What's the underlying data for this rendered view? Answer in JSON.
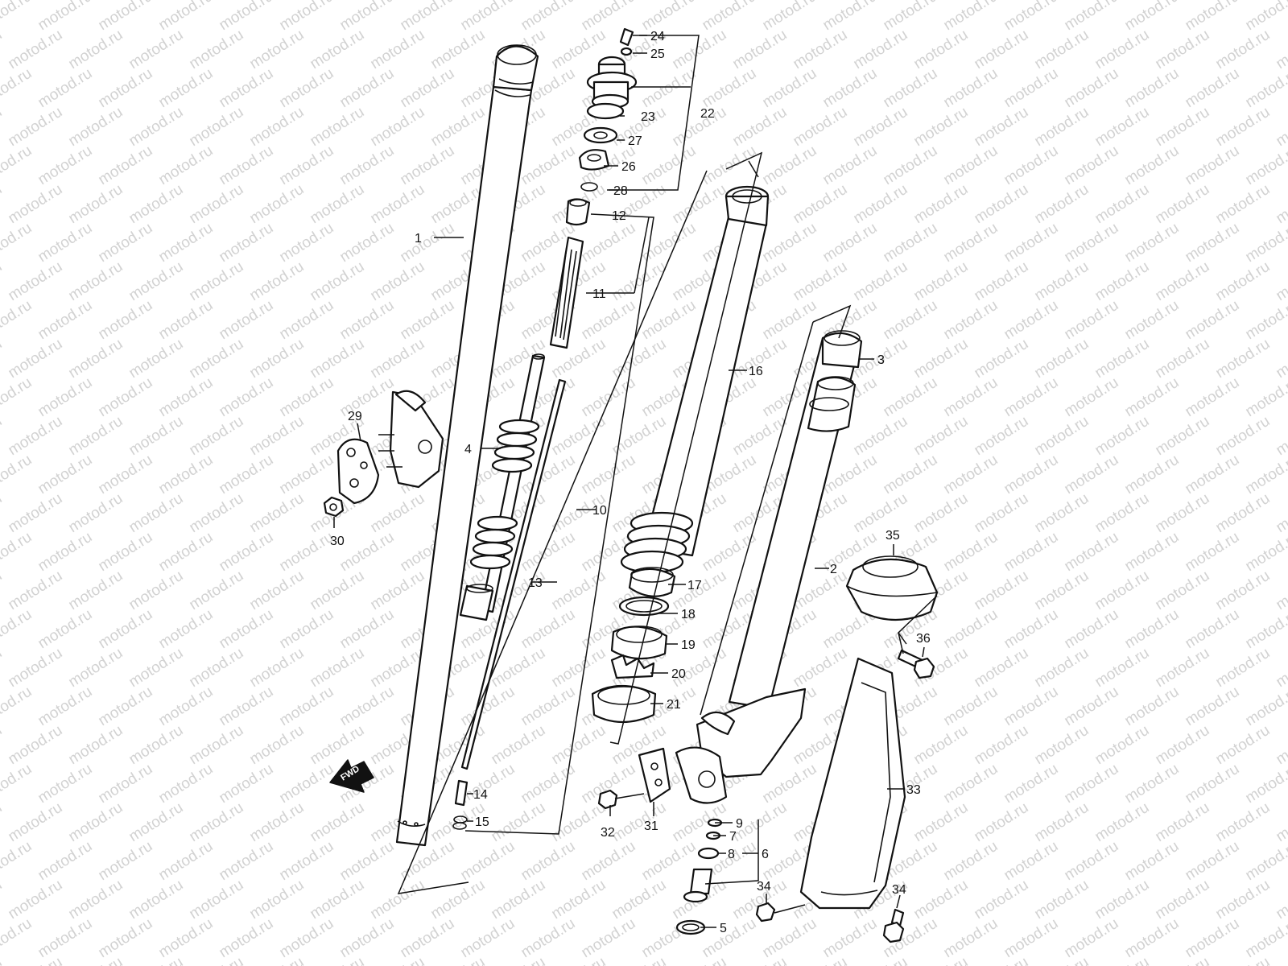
{
  "watermark": "motod.ru",
  "forward_label": "FWD",
  "callouts": [
    {
      "id": "c1",
      "number": "1"
    },
    {
      "id": "c2",
      "number": "2"
    },
    {
      "id": "c3",
      "number": "3"
    },
    {
      "id": "c4",
      "number": "4"
    },
    {
      "id": "c5",
      "number": "5"
    },
    {
      "id": "c6",
      "number": "6"
    },
    {
      "id": "c7",
      "number": "7"
    },
    {
      "id": "c8",
      "number": "8"
    },
    {
      "id": "c9",
      "number": "9"
    },
    {
      "id": "c10",
      "number": "10"
    },
    {
      "id": "c11",
      "number": "11"
    },
    {
      "id": "c12",
      "number": "12"
    },
    {
      "id": "c13",
      "number": "13"
    },
    {
      "id": "c14",
      "number": "14"
    },
    {
      "id": "c15",
      "number": "15"
    },
    {
      "id": "c16",
      "number": "16"
    },
    {
      "id": "c17",
      "number": "17"
    },
    {
      "id": "c18",
      "number": "18"
    },
    {
      "id": "c19",
      "number": "19"
    },
    {
      "id": "c20",
      "number": "20"
    },
    {
      "id": "c21",
      "number": "21"
    },
    {
      "id": "c22",
      "number": "22"
    },
    {
      "id": "c23",
      "number": "23"
    },
    {
      "id": "c24",
      "number": "24"
    },
    {
      "id": "c25",
      "number": "25"
    },
    {
      "id": "c26",
      "number": "26"
    },
    {
      "id": "c27",
      "number": "27"
    },
    {
      "id": "c28",
      "number": "28"
    },
    {
      "id": "c29",
      "number": "29"
    },
    {
      "id": "c30",
      "number": "30"
    },
    {
      "id": "c31",
      "number": "31"
    },
    {
      "id": "c32",
      "number": "32"
    },
    {
      "id": "c33",
      "number": "33"
    },
    {
      "id": "c34a",
      "number": "34"
    },
    {
      "id": "c34b",
      "number": "34"
    },
    {
      "id": "c35",
      "number": "35"
    },
    {
      "id": "c36",
      "number": "36"
    }
  ]
}
